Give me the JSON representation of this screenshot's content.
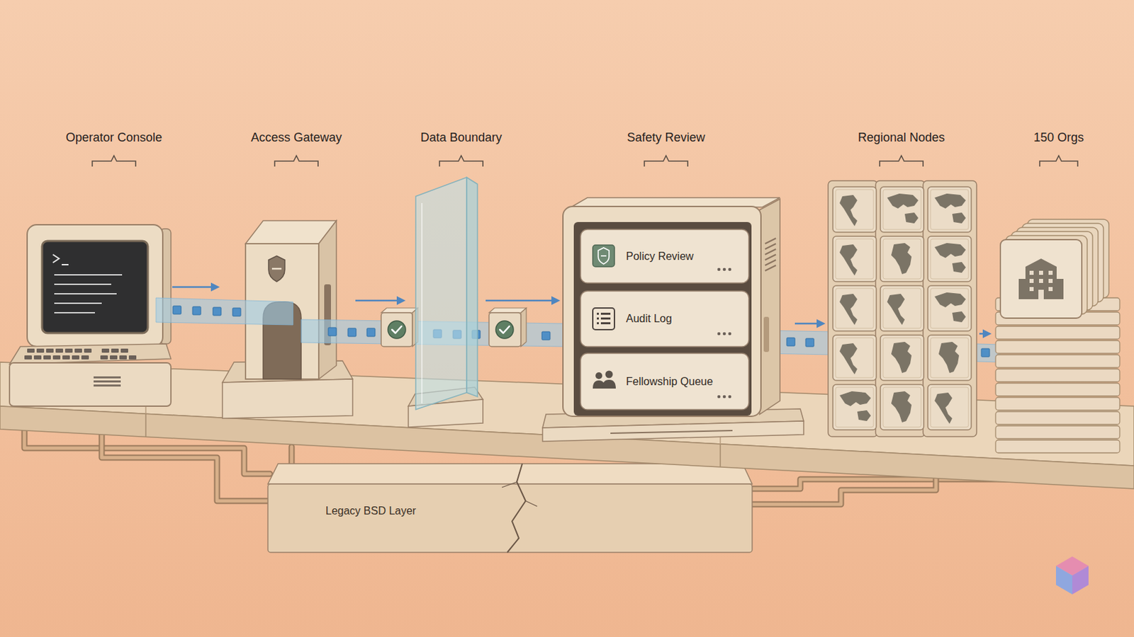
{
  "diagram": {
    "nodes": [
      {
        "text": [
          "Operator Console"
        ]
      },
      {
        "text": [
          "Access Gateway"
        ]
      },
      {
        "text": [
          "Data Boundary"
        ]
      },
      {
        "text": [
          "Safety Review"
        ]
      },
      {
        "text": [
          "Policy Review"
        ],
        "in": 3
      },
      {
        "text": [
          "Audit Log"
        ],
        "in": 3
      },
      {
        "text": [
          "Fellowship Queue"
        ],
        "in": 3
      },
      {
        "text": [
          "Regional Nodes"
        ]
      },
      {
        "text": [
          "150 Orgs"
        ]
      },
      {
        "text": [
          "Legacy BSD Layer"
        ]
      }
    ],
    "edges": [
      {
        "from": 0,
        "to": 1,
        "arrow": "to"
      },
      {
        "from": 1,
        "to": 2,
        "arrow": "to"
      },
      {
        "from": 2,
        "to": 3,
        "arrow": "to"
      },
      {
        "from": 3,
        "to": 7,
        "arrow": "to"
      },
      {
        "from": 7,
        "to": 8,
        "arrow": "to"
      }
    ]
  }
}
